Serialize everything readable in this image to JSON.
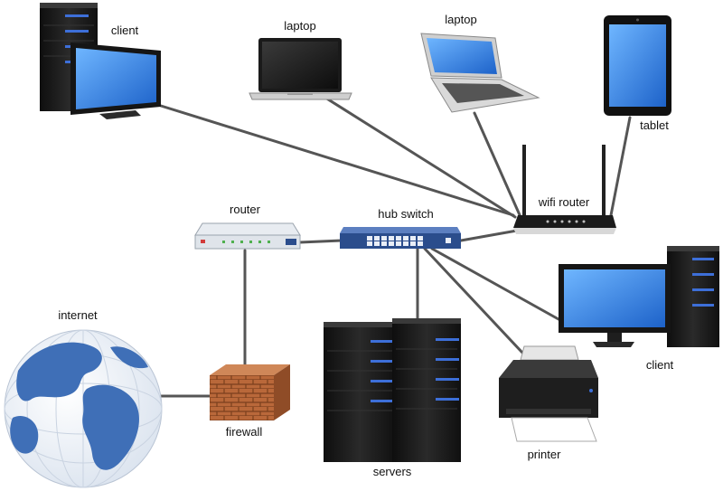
{
  "labels": {
    "client_top": "client",
    "laptop_1": "laptop",
    "laptop_2": "laptop",
    "tablet": "tablet",
    "wifi_router": "wifi router",
    "router": "router",
    "hub_switch": "hub switch",
    "internet": "internet",
    "firewall": "firewall",
    "servers": "servers",
    "printer": "printer",
    "client_right": "client"
  },
  "colors": {
    "cable": "#555555",
    "tower": "#1c1c1c",
    "led": "#3d6fd8",
    "screen": "#2f7fe0",
    "ocean": "#4d7fc4",
    "land": "#2f5d9e",
    "brick": "#b86a3c",
    "switch": "#2b4d8c"
  },
  "icons": [
    "tower-icon",
    "monitor-icon",
    "laptop-icon",
    "tablet-icon",
    "wifi-router-icon",
    "router-icon",
    "switch-icon",
    "globe-icon",
    "firewall-icon",
    "server-icon",
    "printer-icon"
  ]
}
